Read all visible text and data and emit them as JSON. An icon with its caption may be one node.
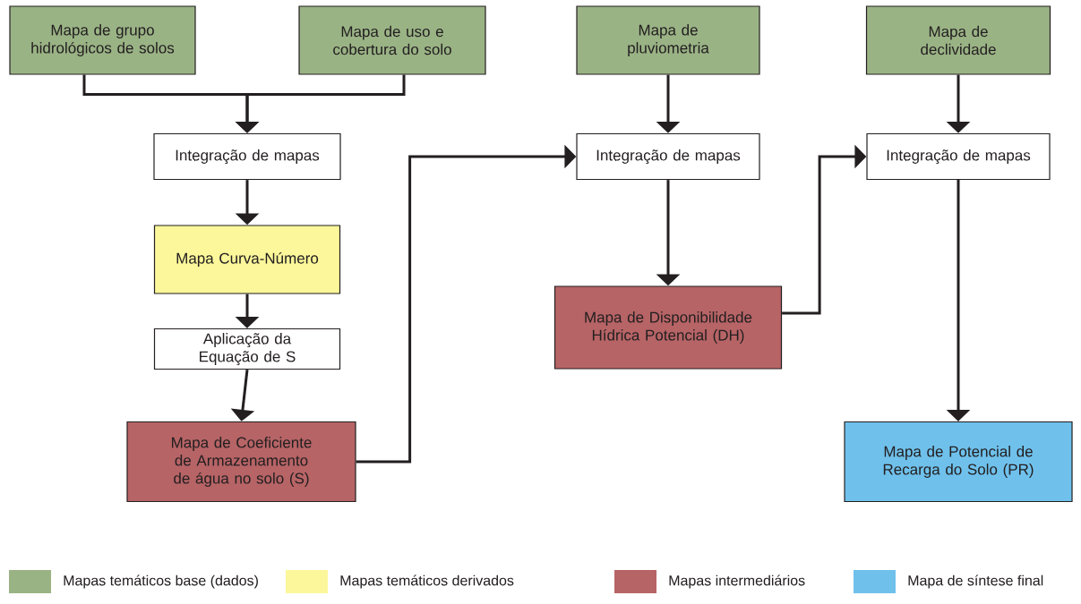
{
  "diagram": {
    "nodes": [
      {
        "text": [
          "Mapa de grupo hidrológicos de solos"
        ]
      },
      {
        "text": [
          "Mapa de uso e cobertura do solo"
        ]
      },
      {
        "text": [
          "Integração de mapas"
        ]
      },
      {
        "text": [
          "Mapa Curva-Número"
        ]
      },
      {
        "text": [
          "Aplicação da Equação de S"
        ]
      },
      {
        "text": [
          "Mapa de Coeficiente de Armazenamento de água no solo (S)"
        ]
      },
      {
        "text": [
          "Mapa de pluviometria"
        ]
      },
      {
        "text": [
          "Integração de mapas"
        ]
      },
      {
        "text": [
          "Mapa de Disponibilidade Hídrica Potencial (DH)"
        ]
      },
      {
        "text": [
          "Mapa de declividade"
        ]
      },
      {
        "text": [
          "Integração de mapas"
        ]
      },
      {
        "text": [
          "Mapa de Potencial de Recarga do Solo (PR)"
        ]
      }
    ],
    "edges": [
      {
        "from": 0,
        "to": 2,
        "arrow": "to"
      },
      {
        "from": 1,
        "to": 2,
        "arrow": "to"
      },
      {
        "from": 2,
        "to": 3,
        "arrow": "to"
      },
      {
        "from": 3,
        "to": 4,
        "arrow": "to"
      },
      {
        "from": 4,
        "to": 5,
        "arrow": "to"
      },
      {
        "from": 5,
        "to": 7,
        "arrow": "to"
      },
      {
        "from": 6,
        "to": 7,
        "arrow": "to"
      },
      {
        "from": 7,
        "to": 8,
        "arrow": "to"
      },
      {
        "from": 8,
        "to": 10,
        "arrow": "to"
      },
      {
        "from": 9,
        "to": 10,
        "arrow": "to"
      },
      {
        "from": 10,
        "to": 11,
        "arrow": "to"
      }
    ],
    "legend": [
      {
        "text": "Mapas temáticos base (dados)",
        "color": "#9ab385"
      },
      {
        "text": "Mapas temáticos derivados",
        "color": "#fbf79a"
      },
      {
        "text": "Mapas intermediários",
        "color": "#b76466"
      },
      {
        "text": "Mapa de síntese final",
        "color": "#6fc1ec"
      }
    ]
  }
}
